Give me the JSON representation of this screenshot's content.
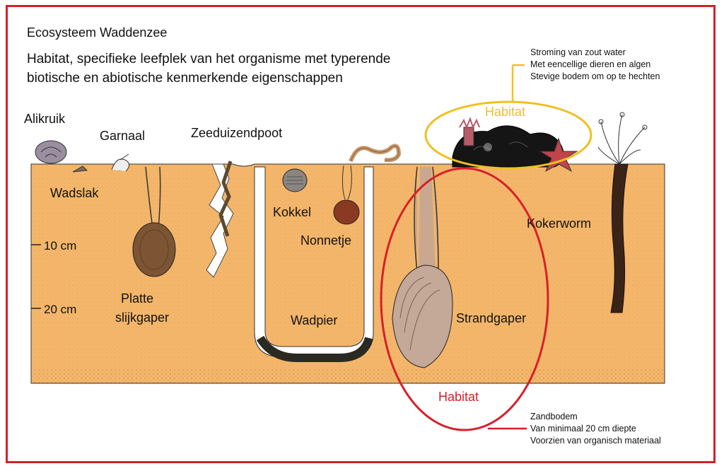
{
  "title": "Ecosysteem Waddenzee",
  "subtitle": {
    "line1": "Habitat, specifieke leefplek van het organisme met typerende",
    "line2": "biotische en abiotische kenmerkende eigenschappen"
  },
  "notes_top": [
    "Stroming van zout water",
    "Met eencellige dieren en algen",
    "Stevige bodem om op te hechten"
  ],
  "notes_bottom": [
    "Zandbodem",
    "Van minimaal 20 cm diepte",
    "Voorzien van organisch materiaal"
  ],
  "habitat_top": "Habitat",
  "habitat_bottom": "Habitat",
  "organisms": {
    "alikruik": "Alikruik",
    "garnaal": "Garnaal",
    "zeeduizendpoot": "Zeeduizendpoot",
    "wadslak": "Wadslak",
    "kokkel": "Kokkel",
    "nonnetje": "Nonnetje",
    "platte1": "Platte",
    "platte2": "slijkgaper",
    "wadpier": "Wadpier",
    "strandgaper": "Strandgaper",
    "kokerworm": "Kokerworm"
  },
  "depth": {
    "d10": "10 cm",
    "d20": "20 cm"
  },
  "colors": {
    "sand": "#f4b66a",
    "frame": "#d62029",
    "habitat_top": "#f0c020",
    "habitat_bottom": "#d62029"
  }
}
